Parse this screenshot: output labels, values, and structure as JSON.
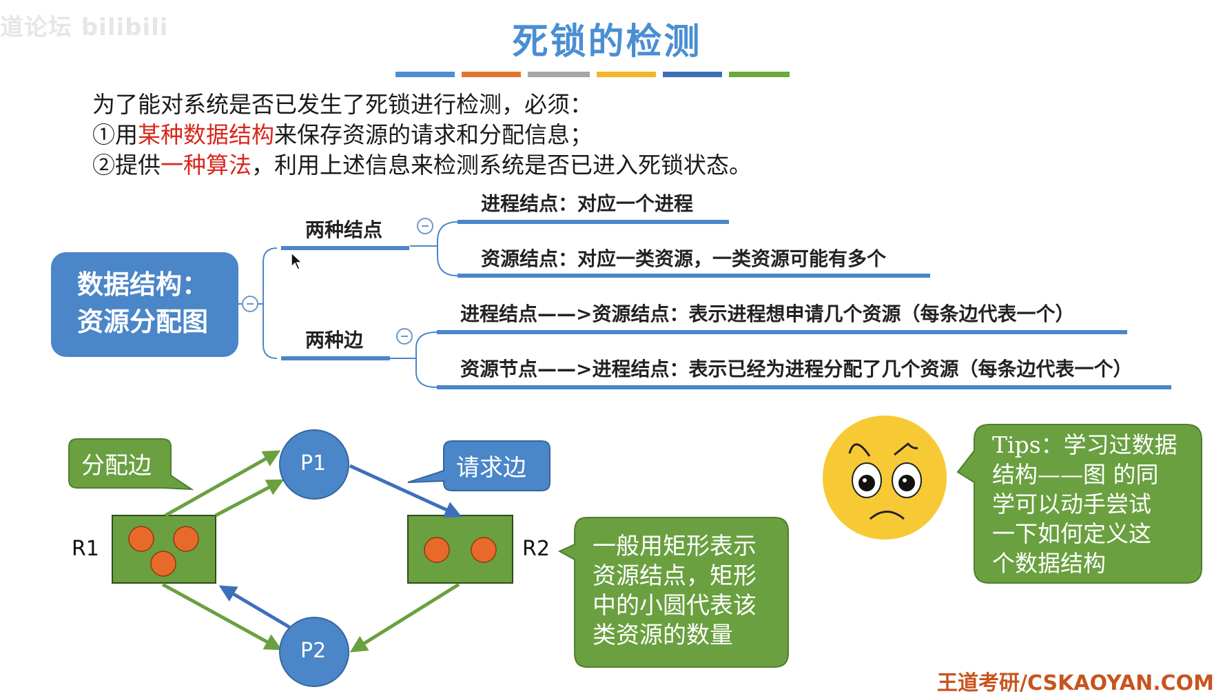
{
  "watermark": "道论坛 bilibili",
  "title": "死锁的检测",
  "color_bar": [
    "#4a8ed3",
    "#e2752a",
    "#a6a6a6",
    "#f2b52a",
    "#3d6fb8",
    "#6aaa3c"
  ],
  "intro": {
    "line1": "为了能对系统是否已发生了死锁进行检测，必须：",
    "line2_prefix": "①用",
    "line2_highlight": "某种数据结构",
    "line2_suffix": "来保存资源的请求和分配信息；",
    "line3_prefix": "②提供",
    "line3_highlight": "一种算法",
    "line3_suffix": "，利用上述信息来检测系统是否已进入死锁状态。"
  },
  "mindmap": {
    "root_line1": "数据结构：",
    "root_line2": "资源分配图",
    "branch_nodes": {
      "label": "两种结点",
      "child1": "进程结点：对应一个进程",
      "child2": "资源结点：对应一类资源，一类资源可能有多个"
    },
    "branch_edges": {
      "label": "两种边",
      "child1": "进程结点——>资源结点：表示进程想申请几个资源（每条边代表一个）",
      "child2": "资源节点——>进程结点：表示已经为进程分配了几个资源（每条边代表一个）"
    }
  },
  "graph": {
    "p1": "P1",
    "p2": "P2",
    "r1": "R1",
    "r2": "R2",
    "alloc_callout": "分配边",
    "request_callout": "请求边",
    "rect_callout": [
      "一般用矩形表示",
      "资源结点，矩形",
      "中的小圆代表该",
      "类资源的数量"
    ]
  },
  "tips": [
    "Tips：学习过数据",
    "结构——图 的同",
    "学可以动手尝试",
    "一下如何定义这",
    "个数据结构"
  ],
  "footer_watermark": "王道考研/CSKAOYAN.COM",
  "colors": {
    "title_blue": "#4a8ed3",
    "highlight_red": "#d9261c",
    "root_blue": "#4a86c8",
    "rect_green": "#6aa040",
    "dot_orange": "#e86a2a",
    "node_blue": "#4a86c8",
    "edge_green": "#6aa040",
    "edge_blue": "#3f6fba",
    "callout_green": "#6aa040",
    "callout_blue": "#4a86c8",
    "emoji_yellow": "#f7c934"
  }
}
